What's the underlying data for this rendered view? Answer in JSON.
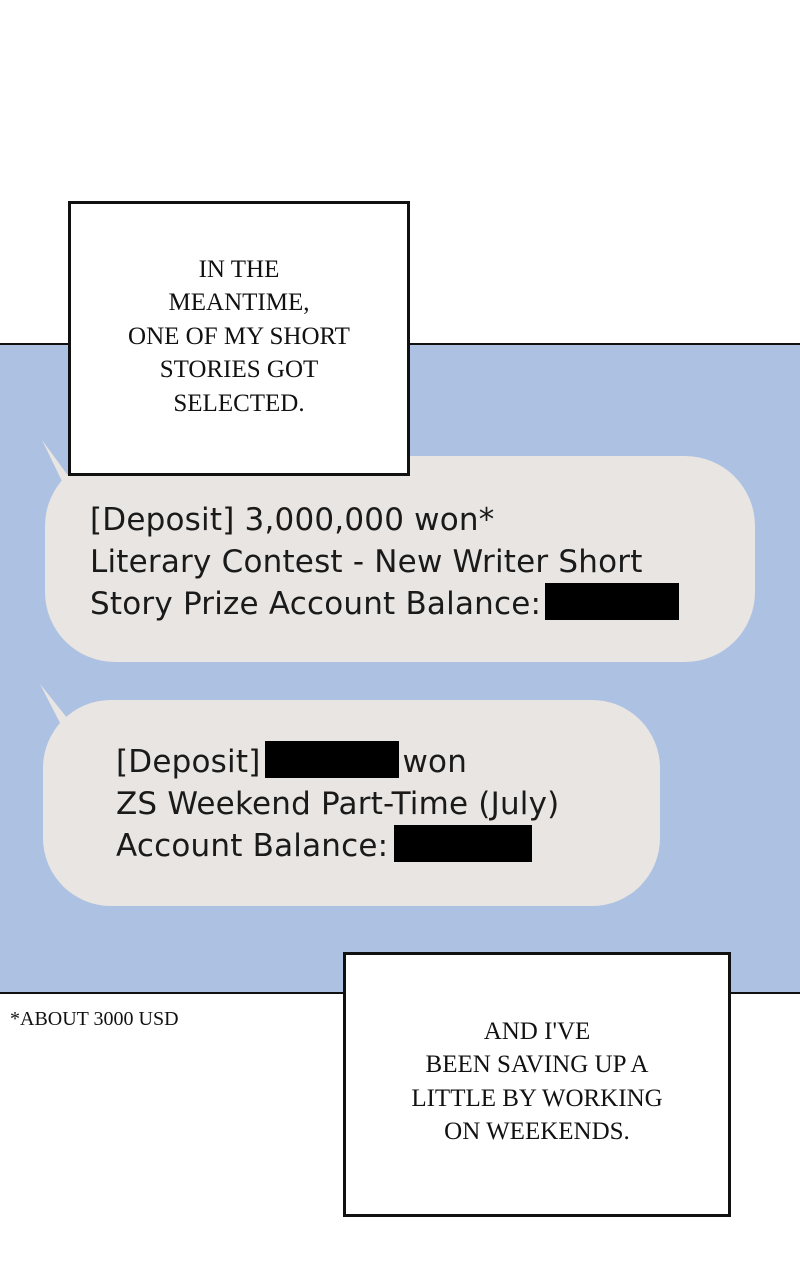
{
  "caption_top": {
    "lines": [
      "IN THE",
      "MEANTIME,",
      "ONE OF MY SHORT",
      "STORIES GOT",
      "SELECTED."
    ]
  },
  "message_1": {
    "line1": "[Deposit] 3,000,000 won*",
    "line2": "Literary Contest - New Writer Short",
    "line3_prefix": "Story Prize Account Balance:"
  },
  "message_2": {
    "line1_prefix": "[Deposit]",
    "line1_suffix": "won",
    "line2": "ZS Weekend Part-Time (July)",
    "line3_prefix": "Account Balance:"
  },
  "footnote": "*ABOUT 3000 USD",
  "caption_bottom": {
    "lines": [
      "AND I'VE",
      "BEEN SAVING UP A",
      "LITTLE BY WORKING",
      "ON WEEKENDS."
    ]
  },
  "colors": {
    "panel_background": "#adc2e3",
    "bubble_fill": "#e8e5e2",
    "redaction": "#000000"
  }
}
